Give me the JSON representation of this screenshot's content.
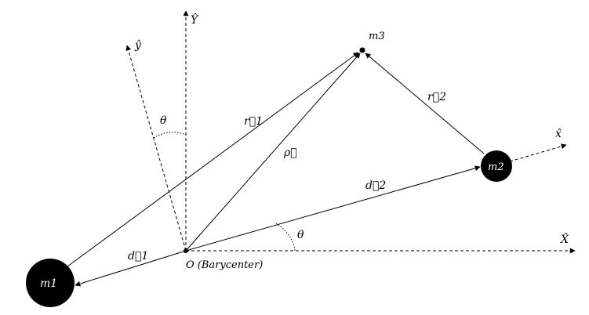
{
  "axes": {
    "X_label": "X̂",
    "Y_label": "Ŷ",
    "x_label": "x̂",
    "y_label": "ŷ"
  },
  "angles": {
    "theta_top": "θ",
    "theta_bottom": "θ"
  },
  "vectors": {
    "r1": "r⃗1",
    "r2": "r⃗2",
    "rho": "ρ⃗",
    "d1": "d⃗1",
    "d2": "d⃗2"
  },
  "masses": {
    "m1": "m1",
    "m2": "m2",
    "m3": "m3"
  },
  "origin": {
    "label": "O (Barycenter)"
  },
  "colors": {
    "ink": "#000000",
    "mass_fill": "#000000",
    "mass_text": "#ffffff"
  }
}
